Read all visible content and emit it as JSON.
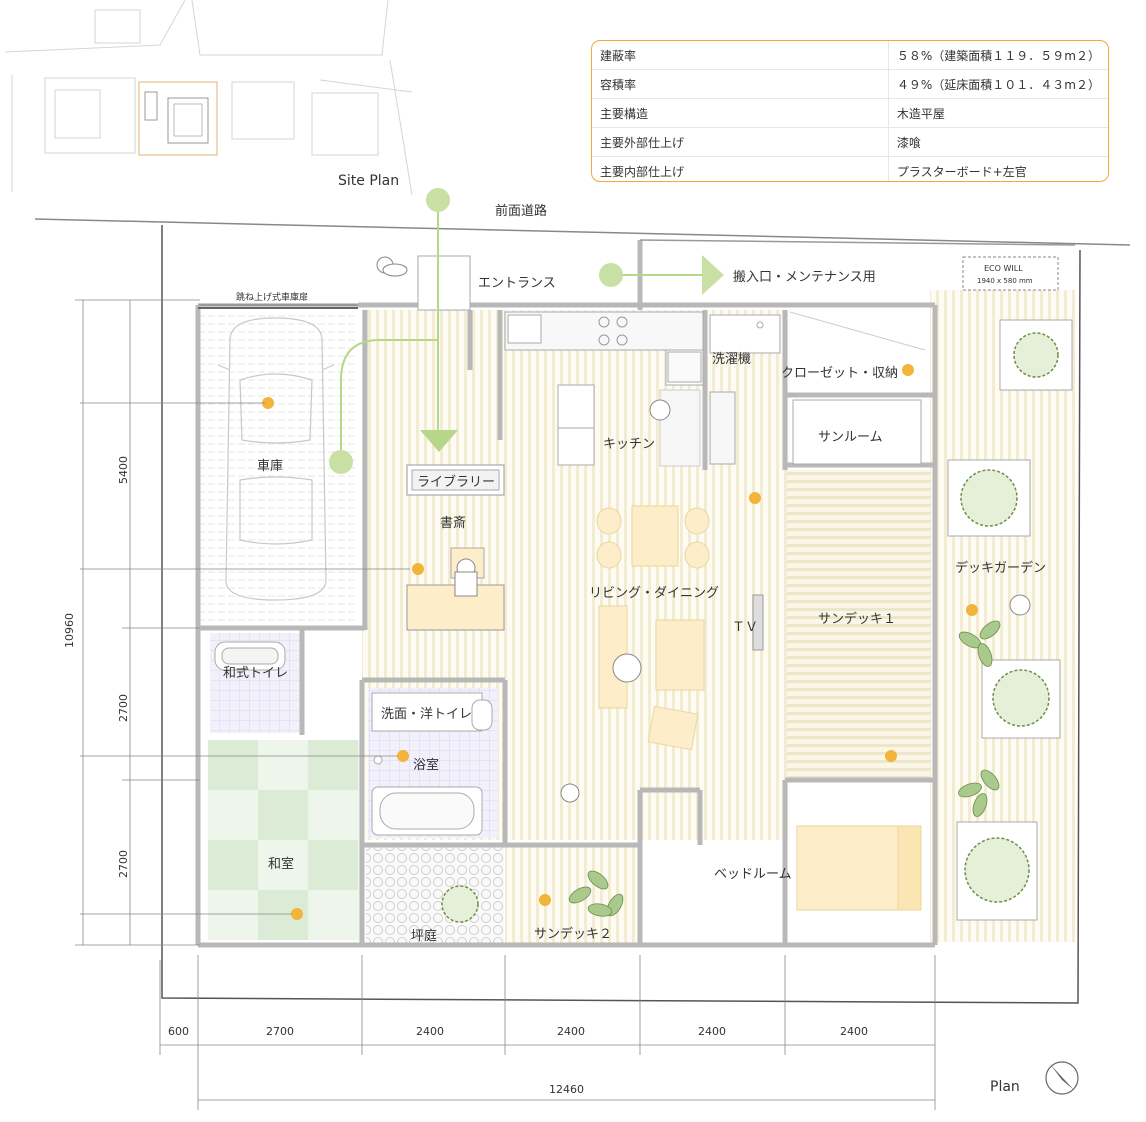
{
  "site_plan_label": "Site Plan",
  "plan_label": "Plan",
  "road_label": "前面道路",
  "eco_will": {
    "line1": "ECO WILL",
    "line2": "1940 x 580 mm"
  },
  "spec_table": [
    {
      "label": "建蔽率",
      "value": "５８%（建築面積１１９．５９m２）"
    },
    {
      "label": "容積率",
      "value": "４９%（延床面積１０１．４３m２）"
    },
    {
      "label": "主要構造",
      "value": "木造平屋"
    },
    {
      "label": "主要外部仕上げ",
      "value": "漆喰"
    },
    {
      "label": "主要内部仕上げ",
      "value": "プラスターボード+左官"
    }
  ],
  "rooms": {
    "entrance": "エントランス",
    "service": "搬入口・メンテナンス用",
    "garage_door": "跳ね上げ式車庫扉",
    "garage": "車庫",
    "laundry": "洗濯機",
    "closet": "クローゼット・収納",
    "kitchen": "キッチン",
    "sunroom": "サンルーム",
    "library": "ライブラリー",
    "study": "書斎",
    "living": "リビング・ダイニング",
    "deck_garden": "デッキガーデン",
    "tv": "ＴＶ",
    "sundeck1": "サンデッキ１",
    "jtoilet": "和式トイレ",
    "washroom": "洗面・洋トイレ",
    "bath": "浴室",
    "washitsu": "和室",
    "bedroom": "ベッドルーム",
    "tsuboniwa": "坪庭",
    "sundeck2": "サンデッキ２"
  },
  "dimensions": {
    "vertical": [
      "5400",
      "2700",
      "2700"
    ],
    "vertical_total": "10960",
    "horizontal": [
      "600",
      "2700",
      "2400",
      "2400",
      "2400",
      "2400"
    ],
    "horizontal_total": "12460"
  }
}
